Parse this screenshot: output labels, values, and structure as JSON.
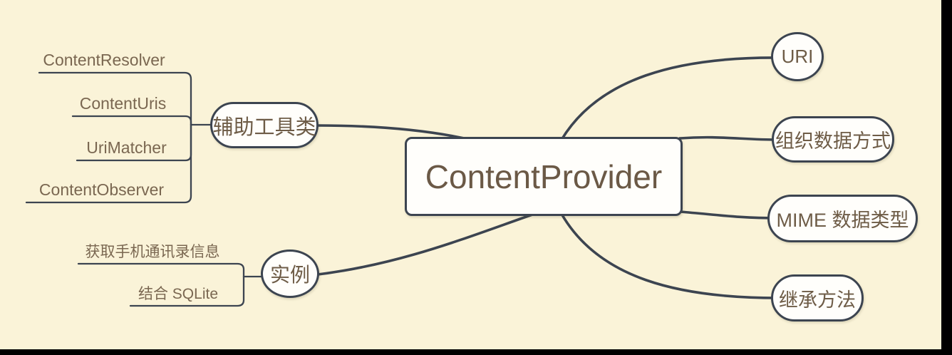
{
  "colors": {
    "background": "#faf3d8",
    "line": "#3c4450",
    "node_fill": "#fffefb",
    "node_border": "#3c4450",
    "text_brown": "#6e5c47",
    "edge_strip": "#000000"
  },
  "root": {
    "label": "ContentProvider"
  },
  "left_branches": [
    {
      "label": "辅助工具类",
      "children": [
        "ContentResolver",
        "ContentUris",
        "UriMatcher",
        "ContentObserver"
      ]
    },
    {
      "label": "实例",
      "children": [
        "获取手机通讯录信息",
        "结合 SQLite"
      ]
    }
  ],
  "right_branches": [
    {
      "label": "URI"
    },
    {
      "label": "组织数据方式"
    },
    {
      "label": "MIME 数据类型"
    },
    {
      "label": "继承方法"
    }
  ]
}
